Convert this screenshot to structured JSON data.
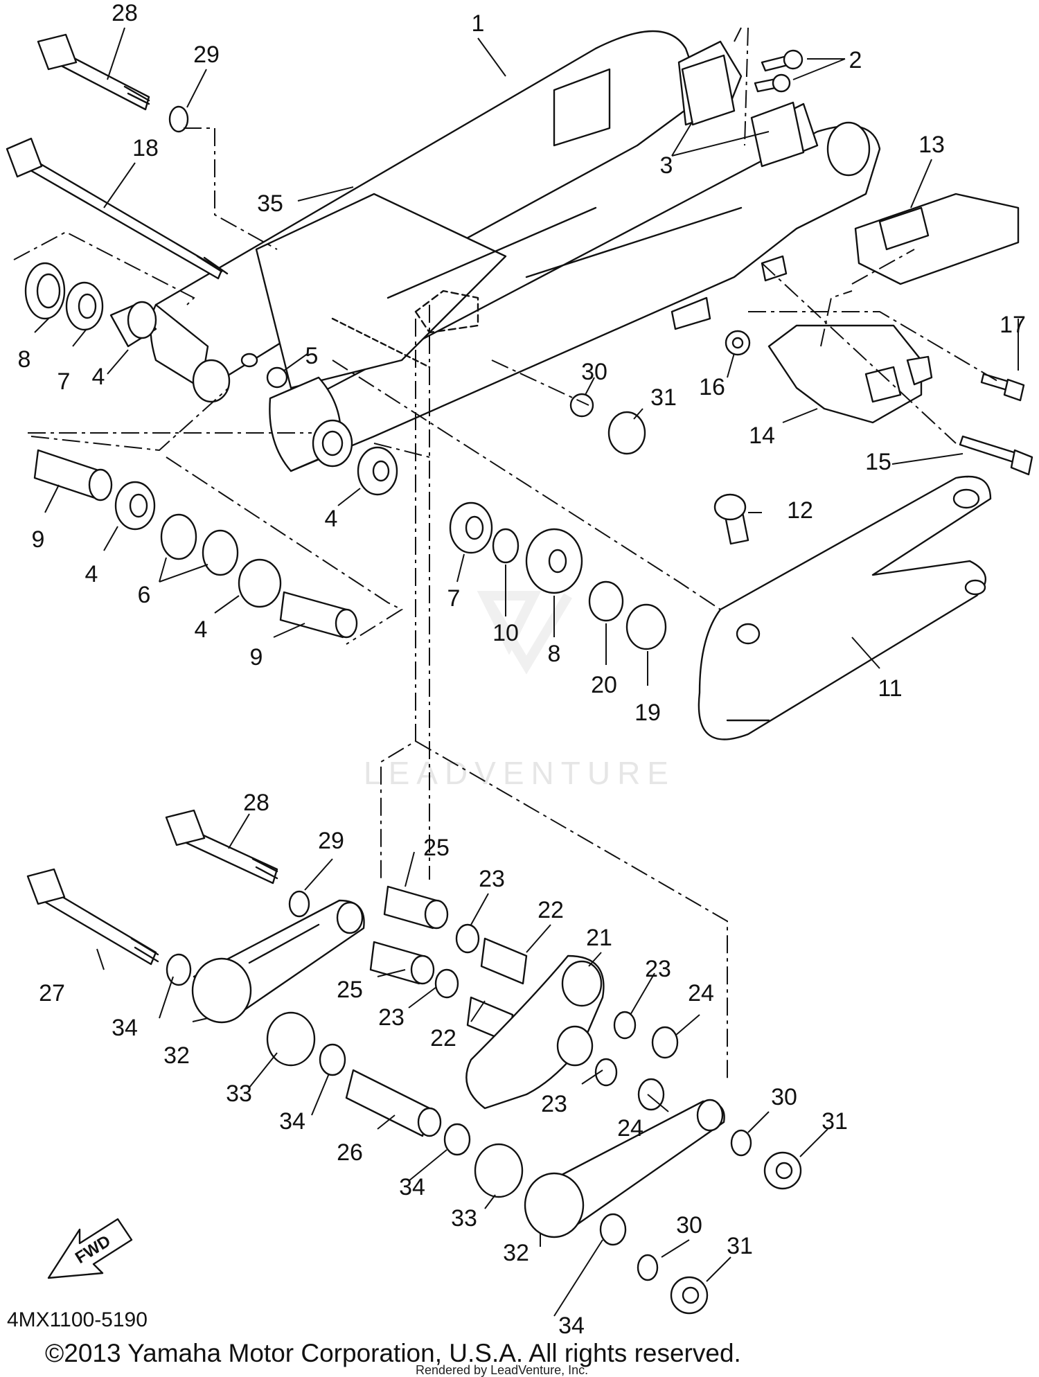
{
  "diagram": {
    "part_numbers": [
      "1",
      "2",
      "3",
      "4",
      "5",
      "6",
      "7",
      "8",
      "9",
      "10",
      "11",
      "12",
      "13",
      "14",
      "15",
      "16",
      "17",
      "18",
      "19",
      "20",
      "21",
      "22",
      "23",
      "24",
      "25",
      "26",
      "27",
      "28",
      "29",
      "30",
      "31",
      "32",
      "33",
      "34",
      "35"
    ],
    "direction_marker": "FWD",
    "diagram_code": "4MX1100-5190",
    "watermark": "LEADVENTURE",
    "copyright": "©2013 Yamaha Motor Corporation, U.S.A. All rights reserved.",
    "rendered_by": "Rendered by LeadVenture, Inc."
  }
}
